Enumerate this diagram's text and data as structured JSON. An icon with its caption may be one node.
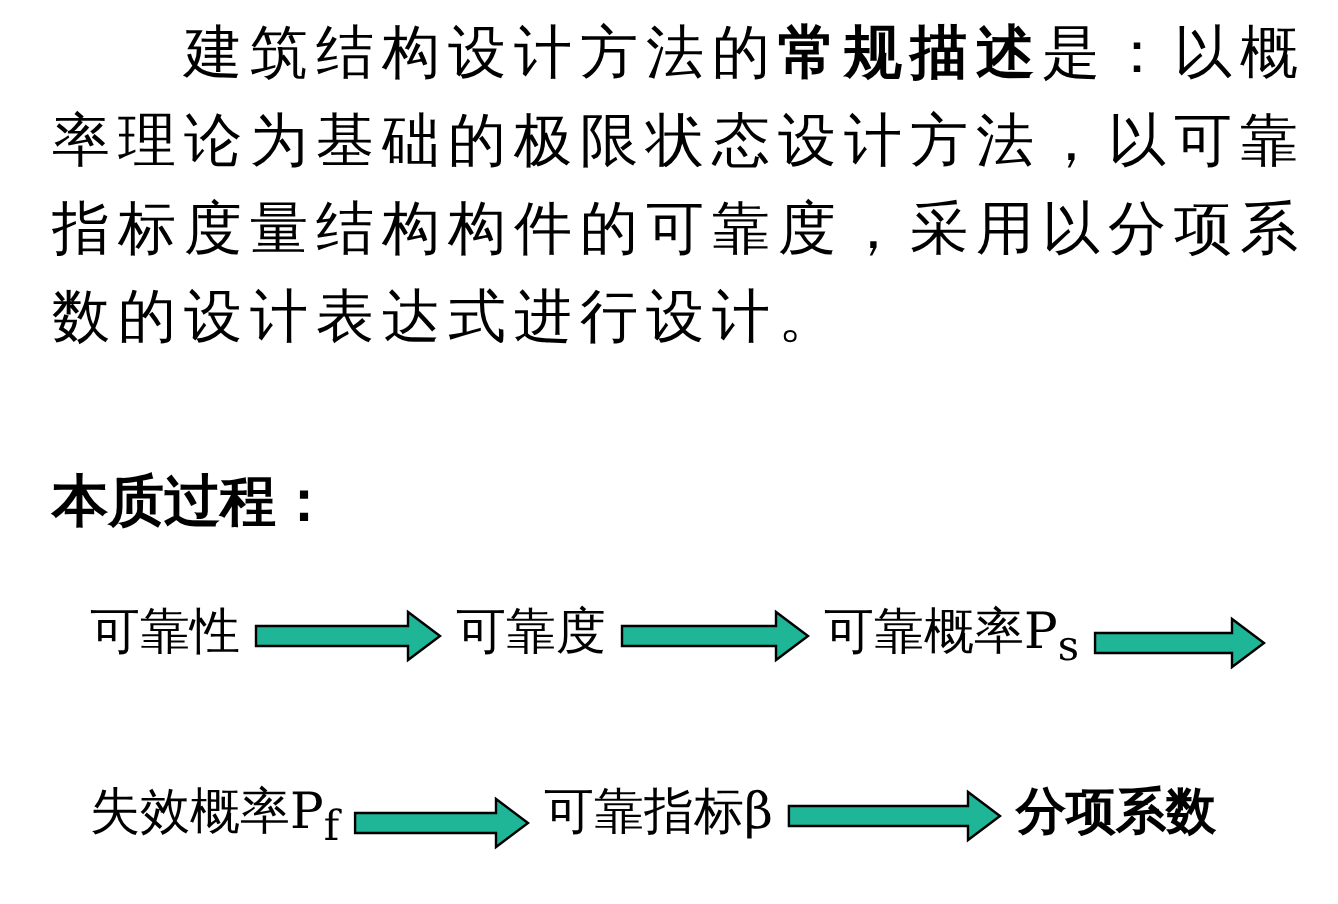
{
  "diagram": {
    "nodes": [
      {
        "text": [
          "可靠性"
        ]
      },
      {
        "text": [
          "可靠度"
        ]
      },
      {
        "text": [
          "可靠概率P$_{s}$"
        ]
      },
      {
        "text": [
          "失效概率P$_{f}$"
        ]
      },
      {
        "text": [
          "可靠指标β"
        ]
      },
      {
        "text": [
          "分项系数"
        ]
      }
    ],
    "edges": [
      {
        "from": 0,
        "to": 1,
        "arrow": "to"
      },
      {
        "from": 1,
        "to": 2,
        "arrow": "to"
      },
      {
        "from": 2,
        "to": null,
        "arrow": "to"
      },
      {
        "from": 3,
        "to": 4,
        "arrow": "to"
      },
      {
        "from": 4,
        "to": 5,
        "arrow": "to"
      }
    ],
    "labels": [
      "建筑结构设计方法的**常规描述**是：以概率理论为基础的极限状态设计方法，以可靠指标度量结构构件的可靠度，采用以分项系数的设计表达式进行设计。",
      "本质过程："
    ]
  }
}
